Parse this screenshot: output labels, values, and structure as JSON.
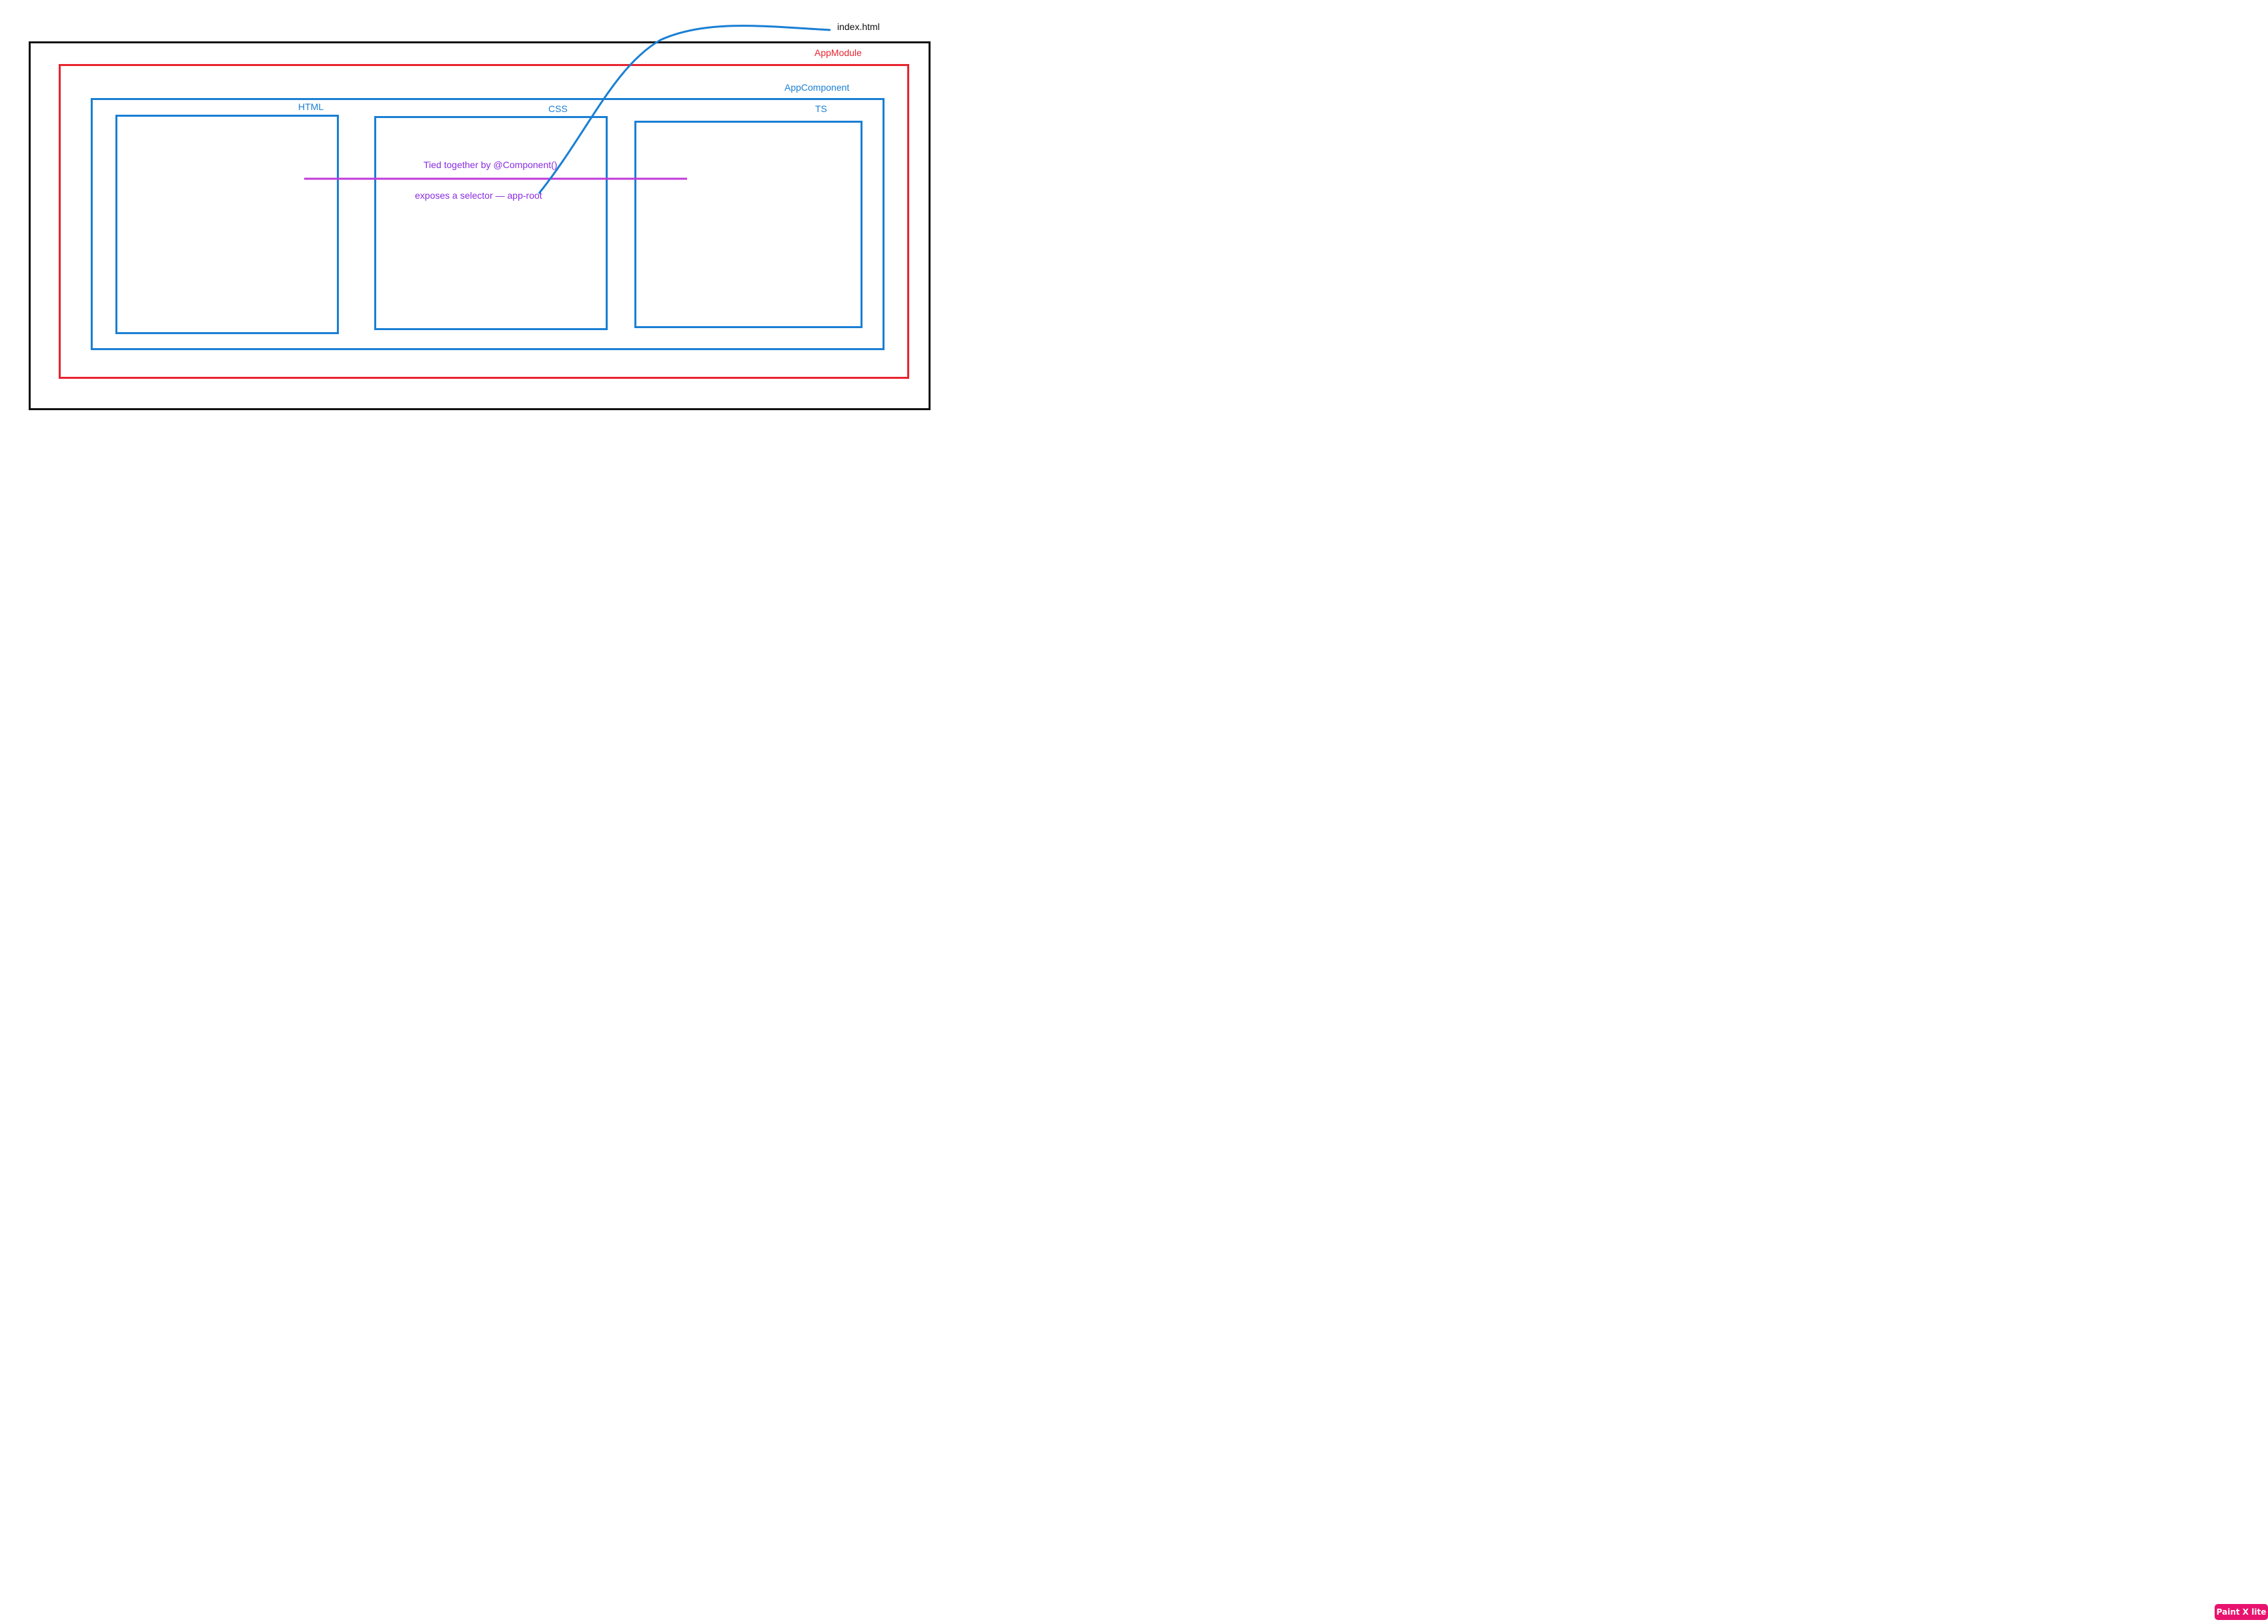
{
  "diagram": {
    "index_label": "index.html",
    "module_label": "AppModule",
    "component_label": "AppComponent",
    "html_label": "HTML",
    "css_label": "CSS",
    "ts_label": "TS",
    "tied_label": "Tied together by @Component()",
    "selector_label": "exposes a selector — app-root"
  },
  "colors": {
    "outer": "#111111",
    "module": "#e8232f",
    "component": "#1a7fd4",
    "annotation": "#8a2be2"
  },
  "badge": {
    "text": "Paint X lite"
  }
}
